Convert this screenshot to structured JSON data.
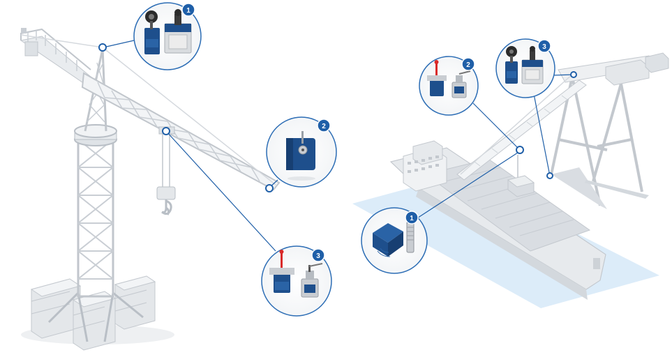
{
  "colors": {
    "background": "#ffffff",
    "structure_light": "#eef0f2",
    "structure_mid": "#d6dadf",
    "structure_dark": "#b4bac2",
    "callout_line": "#1f5fa8",
    "callout_ring": "#2c6db5",
    "badge": "#1f5fa8",
    "water": "#d8ecfa",
    "device_blue": "#1e4f8c",
    "device_grey": "#c9cdd2"
  },
  "callouts": [
    {
      "id": "tower-crane-limit-switch",
      "number": "1",
      "icon": "limit-switch-pair-icon"
    },
    {
      "id": "tower-crane-rotary-switch",
      "number": "2",
      "icon": "rotary-limit-switch-icon"
    },
    {
      "id": "tower-crane-lever-switch",
      "number": "3",
      "icon": "lever-limit-switch-pair-icon"
    },
    {
      "id": "ship-crane-proximity-sensor",
      "number": "1",
      "icon": "inductive-proximity-sensor-icon"
    },
    {
      "id": "ship-crane-lever-switch",
      "number": "2",
      "icon": "lever-limit-switch-pair-icon"
    },
    {
      "id": "ship-crane-limit-switch",
      "number": "3",
      "icon": "limit-switch-pair-icon"
    }
  ]
}
